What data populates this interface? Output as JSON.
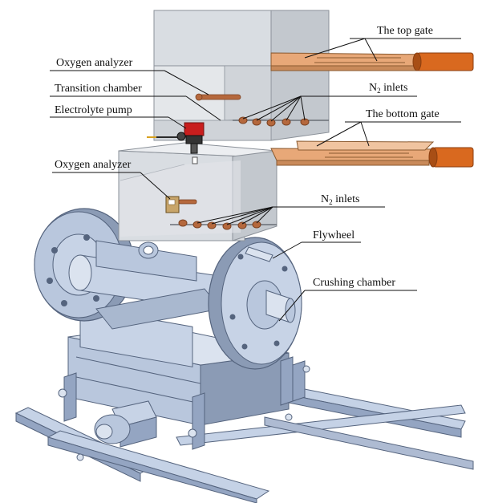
{
  "labels": {
    "top_gate": "The top gate",
    "oxygen_analyzer_upper": "Oxygen analyzer",
    "n2_inlets_upper_main": "N",
    "n2_inlets_upper_sub": "2",
    "n2_inlets_upper_rest": " inlets",
    "transition_chamber": "Transition chamber",
    "electrolyte_pump": "Electrolyte pump",
    "bottom_gate": "The bottom gate",
    "oxygen_analyzer_lower": "Oxygen analyzer",
    "n2_inlets_lower_main": "N",
    "n2_inlets_lower_sub": "2",
    "n2_inlets_lower_rest": " inlets",
    "flywheel": "Flywheel",
    "crushing_chamber": "Crushing chamber"
  },
  "colors": {
    "chamber_front": "#d9dde2",
    "chamber_side": "#c3c8ce",
    "chamber_top": "#eceef1",
    "gate_wood": "#e8a878",
    "cylinder_orange": "#d9691f",
    "machine_blue": "#b9c7dd",
    "machine_blue_dark": "#8b9bb5",
    "machine_blue_light": "#dbe3ef",
    "nozzle": "#b5683d",
    "pump_red": "#c81e1e"
  }
}
